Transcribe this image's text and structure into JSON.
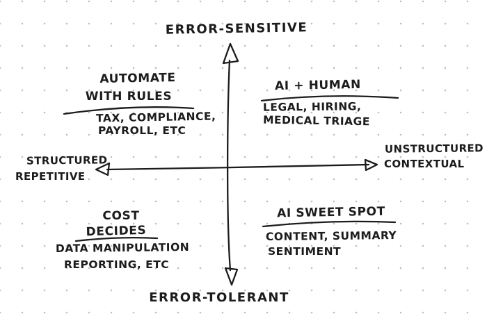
{
  "colors": {
    "ink": "#1c1c1c",
    "background": "#ffffff",
    "grid_dot": "#bfbfbf"
  },
  "axes": {
    "vertical": {
      "top_label": "ERROR-SENSITIVE",
      "bottom_label": "ERROR-TOLERANT"
    },
    "horizontal": {
      "left_label_line1": "STRUCTURED",
      "left_label_line2": "REPETITIVE",
      "right_label_line1": "UNSTRUCTURED",
      "right_label_line2": "CONTEXTUAL"
    }
  },
  "quadrants": {
    "top_left": {
      "title_line1": "AUTOMATE",
      "title_line2": "WITH RULES",
      "detail_line1": "TAX, COMPLIANCE,",
      "detail_line2": "PAYROLL, ETC"
    },
    "top_right": {
      "title": "AI + HUMAN",
      "detail_line1": "LEGAL, HIRING,",
      "detail_line2": "MEDICAL TRIAGE"
    },
    "bottom_left": {
      "title_line1": "COST",
      "title_line2": "DECIDES",
      "detail_line1": "DATA MANIPULATION",
      "detail_line2": "REPORTING, ETC"
    },
    "bottom_right": {
      "title": "AI SWEET SPOT",
      "detail_line1": "CONTENT, SUMMARY",
      "detail_line2": "SENTIMENT"
    }
  }
}
